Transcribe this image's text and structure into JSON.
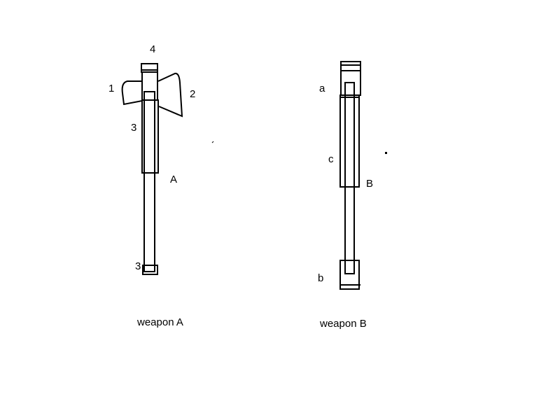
{
  "colors": {
    "background": "#ffffff",
    "ink": "#000000"
  },
  "weapon_a": {
    "caption": "weapon A",
    "labels": {
      "top": "4",
      "left_blade": "1",
      "right_blade": "2",
      "sleeve": "3",
      "bottom": "3",
      "part": "A"
    }
  },
  "weapon_b": {
    "caption": "weapon B",
    "labels": {
      "top": "a",
      "middle": "c",
      "bottom": "b",
      "part": "B"
    }
  }
}
